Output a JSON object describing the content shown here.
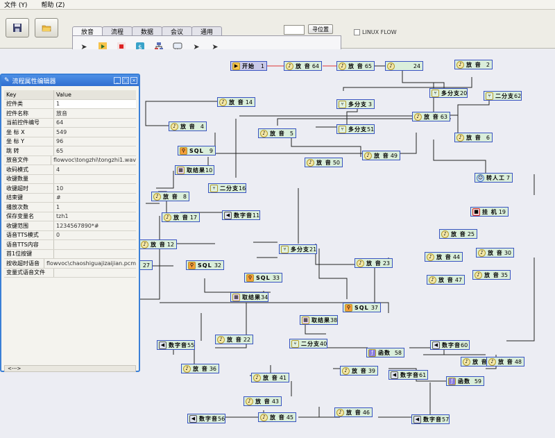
{
  "menu": {
    "file": "文件 (Y)",
    "help": "帮助 (Z)"
  },
  "toolbar": {
    "tabs": [
      "放音",
      "流程",
      "数据",
      "会议",
      "通用"
    ],
    "locate_button": "寻位置",
    "linux_flow": "LINUX FLOW"
  },
  "panel": {
    "title": "流程属性编辑器",
    "key_header": "Key",
    "value_header": "Value",
    "footer": "<--->",
    "rows": [
      {
        "k": "控件类",
        "v": "1"
      },
      {
        "k": "控件名称",
        "v": "放音"
      },
      {
        "k": "当前控件编号",
        "v": "64"
      },
      {
        "k": "坐 标 X",
        "v": "549"
      },
      {
        "k": "坐 标 Y",
        "v": "96"
      },
      {
        "k": "跳 转",
        "v": "65"
      },
      {
        "k": "放音文件",
        "v": "flowvoc\\tongzhi\\tongzhi1.wav"
      },
      {
        "k": "收码模式",
        "v": "4"
      },
      {
        "k": "收键数量",
        "v": ""
      },
      {
        "k": "收键超时",
        "v": "10"
      },
      {
        "k": "结束键",
        "v": "#"
      },
      {
        "k": "播放次数",
        "v": "1"
      },
      {
        "k": "保存变量名",
        "v": "tzh1"
      },
      {
        "k": "收键范围",
        "v": "1234567890*#"
      },
      {
        "k": "语音TTS模式",
        "v": "0"
      },
      {
        "k": "语音TTS内容",
        "v": ""
      },
      {
        "k": "首1位按键",
        "v": ""
      },
      {
        "k": "按收超时语音",
        "v": "flowvoc\\chaoshiguajizaijian.pcm"
      },
      {
        "k": "变量式语音文件",
        "v": ""
      }
    ]
  },
  "nodes": [
    {
      "name": "开始",
      "id": "1",
      "icon": "start"
    },
    {
      "name": "放 音",
      "id": "64",
      "icon": "play"
    },
    {
      "name": "放 音",
      "id": "65",
      "icon": "play"
    },
    {
      "name": "",
      "id": "24",
      "icon": "play"
    },
    {
      "name": "放 音",
      "id": "2",
      "icon": "play"
    },
    {
      "name": "放 音",
      "id": "14",
      "icon": "play"
    },
    {
      "name": "多分支",
      "id": "3",
      "icon": "branch"
    },
    {
      "name": "多分支",
      "id": "20",
      "icon": "branch"
    },
    {
      "name": "二分支",
      "id": "62",
      "icon": "branch"
    },
    {
      "name": "放 音",
      "id": "63",
      "icon": "play"
    },
    {
      "name": "放 音",
      "id": "4",
      "icon": "play"
    },
    {
      "name": "放 音",
      "id": "5",
      "icon": "play"
    },
    {
      "name": "多分支",
      "id": "51",
      "icon": "branch"
    },
    {
      "name": "放 音",
      "id": "6",
      "icon": "play"
    },
    {
      "name": "SQL",
      "id": "9",
      "icon": "sql"
    },
    {
      "name": "放 音",
      "id": "49",
      "icon": "play"
    },
    {
      "name": "放 音",
      "id": "50",
      "icon": "play"
    },
    {
      "name": "取结果",
      "id": "10",
      "icon": "result"
    },
    {
      "name": "转人工",
      "id": "7",
      "icon": "person"
    },
    {
      "name": "二分支",
      "id": "16",
      "icon": "branch"
    },
    {
      "name": "放 音",
      "id": "8",
      "icon": "play"
    },
    {
      "name": "放 音",
      "id": "17",
      "icon": "play"
    },
    {
      "name": "数字音",
      "id": "11",
      "icon": "speaker"
    },
    {
      "name": "挂 机",
      "id": "19",
      "icon": "hangup"
    },
    {
      "name": "放 音",
      "id": "25",
      "icon": "play"
    },
    {
      "name": "放 音",
      "id": "12",
      "icon": "play"
    },
    {
      "name": "多分支",
      "id": "21",
      "icon": "branch"
    },
    {
      "name": "放 音",
      "id": "30",
      "icon": "play"
    },
    {
      "name": "放 音",
      "id": "44",
      "icon": "play"
    },
    {
      "name": "",
      "id": "27",
      "icon": "play"
    },
    {
      "name": "SQL",
      "id": "32",
      "icon": "sql"
    },
    {
      "name": "放 音",
      "id": "23",
      "icon": "play"
    },
    {
      "name": "放 音",
      "id": "35",
      "icon": "play"
    },
    {
      "name": "放 音",
      "id": "47",
      "icon": "play"
    },
    {
      "name": "SQL",
      "id": "33",
      "icon": "sql"
    },
    {
      "name": "取结果",
      "id": "34",
      "icon": "result"
    },
    {
      "name": "SQL",
      "id": "37",
      "icon": "sql"
    },
    {
      "name": "取结果",
      "id": "38",
      "icon": "result"
    },
    {
      "name": "放 音",
      "id": "22",
      "icon": "play"
    },
    {
      "name": "数字音",
      "id": "55",
      "icon": "speaker"
    },
    {
      "name": "二分支",
      "id": "40",
      "icon": "branch"
    },
    {
      "name": "函数",
      "id": "58",
      "icon": "func"
    },
    {
      "name": "数字音",
      "id": "60",
      "icon": "speaker"
    },
    {
      "name": "放 音",
      "id": "36",
      "icon": "play"
    },
    {
      "name": "放 音",
      "id": "39",
      "icon": "play"
    },
    {
      "name": "数字音",
      "id": "61",
      "icon": "speaker"
    },
    {
      "name": "放 音",
      "id": "",
      "icon": "play"
    },
    {
      "name": "放 音",
      "id": "48",
      "icon": "play"
    },
    {
      "name": "放 音",
      "id": "41",
      "icon": "play"
    },
    {
      "name": "函数",
      "id": "59",
      "icon": "func"
    },
    {
      "name": "放 音",
      "id": "43",
      "icon": "play"
    },
    {
      "name": "数字音",
      "id": "56",
      "icon": "speaker"
    },
    {
      "name": "放 音",
      "id": "45",
      "icon": "play"
    },
    {
      "name": "放 音",
      "id": "46",
      "icon": "play"
    },
    {
      "name": "数字音",
      "id": "57",
      "icon": "speaker"
    }
  ]
}
